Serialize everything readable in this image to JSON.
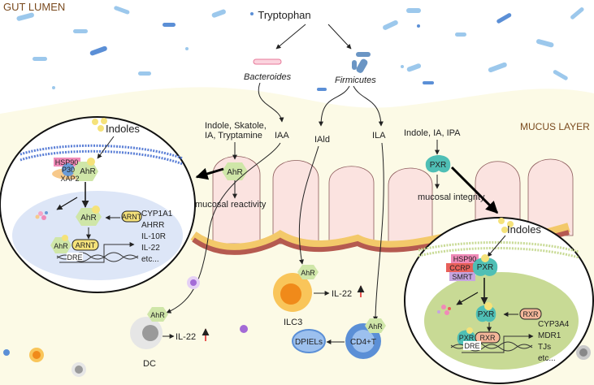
{
  "regions": {
    "lumen": "GUT LUMEN",
    "mucus": "MUCUS LAYER"
  },
  "source": "Tryptophan",
  "bacteria": {
    "left": "Bacteroides",
    "right": "Firmicutes"
  },
  "metabolites": {
    "group1_line1": "Indole, Skatole,",
    "group1_line2": "IA, Tryptamine",
    "iaa": "IAA",
    "iald": "IAld",
    "ila": "ILA",
    "group2": "Indole, IA, IPA"
  },
  "effects": {
    "reactivity": "mucosal reactivity",
    "integrity": "mucosal integrity"
  },
  "receptors": {
    "ahr": "AhR",
    "pxr": "PXR"
  },
  "ahr_panel": {
    "title": "Indoles",
    "hsp90": "HSP90",
    "p30": "P30",
    "xap2": "XAP2",
    "ahr": "AhR",
    "arnt": "ARNT",
    "dre": "DRE",
    "targets": [
      "CYP1A1",
      "AHRR",
      "IL-10R",
      "IL-22",
      "etc..."
    ]
  },
  "pxr_panel": {
    "title": "Indoles",
    "hsp90": "HSP90",
    "ccrp": "CCRP",
    "smrt": "SMRT",
    "pxr": "PXR",
    "rxr": "RXR",
    "dre": "DRE",
    "targets": [
      "CYP3A4",
      "MDR1",
      "TJs",
      "etc..."
    ]
  },
  "cells": {
    "ilc3": "ILC3",
    "dc": "DC",
    "cd4": "CD4+T",
    "dpiels": "DPIELs",
    "il22": "IL-22"
  },
  "colors": {
    "lumen_bg": "#ffffff",
    "mucus_bg": "#fcfae6",
    "ahr": "#cfe6a8",
    "pxr": "#4fbfb5",
    "nucleus_ahr": "#dde6f7",
    "nucleus_pxr": "#c8da95",
    "hsp90": "#f08ab8",
    "p30": "#6a9bd6",
    "xap2": "#f7c98b",
    "arnt": "#f5e27a",
    "rxr": "#f5b79a",
    "ccrp": "#e8605a",
    "smrt": "#c7a5e0",
    "up_arrow": "#e02020",
    "region_label": "#7a4a1e"
  }
}
